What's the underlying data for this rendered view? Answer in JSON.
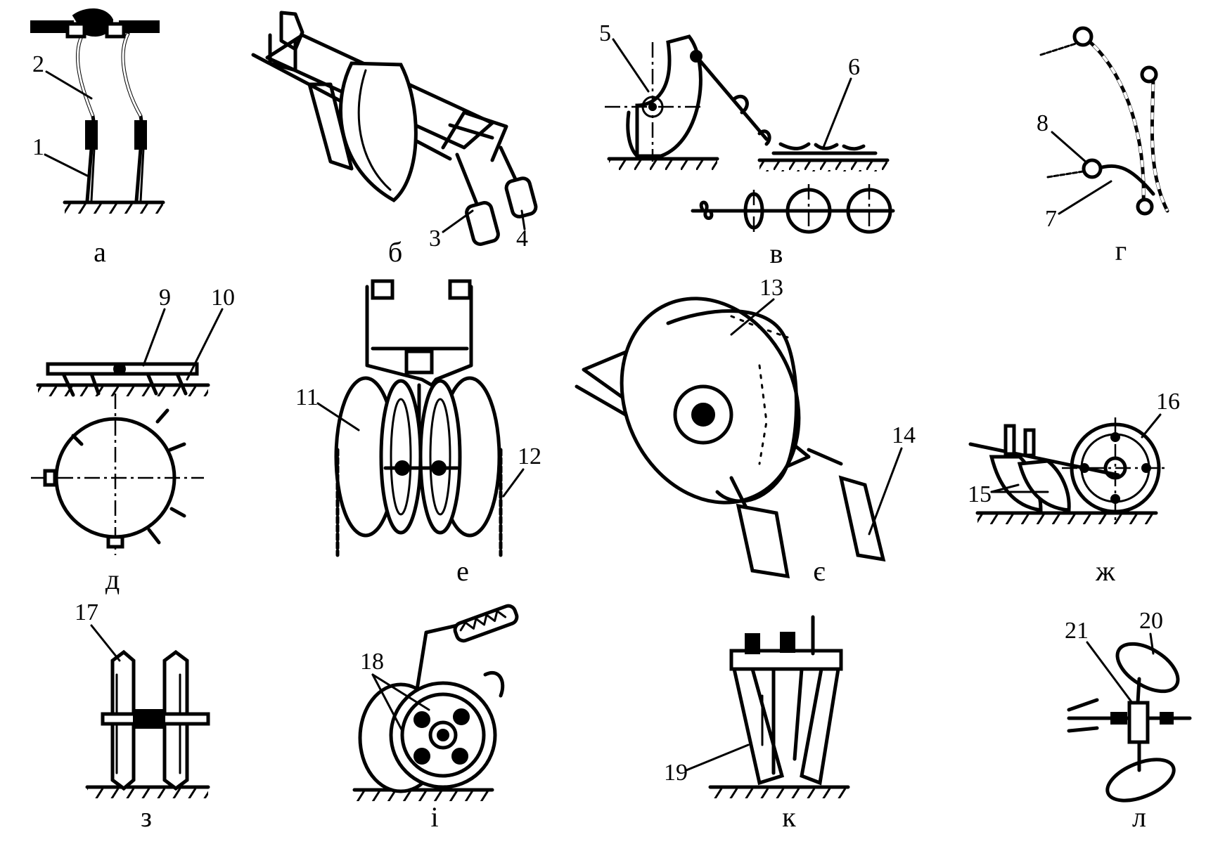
{
  "panels": [
    {
      "id": "a",
      "caption": "а",
      "callouts": [
        "1",
        "2"
      ]
    },
    {
      "id": "b",
      "caption": "б",
      "callouts": [
        "3",
        "4"
      ]
    },
    {
      "id": "v",
      "caption": "в",
      "callouts": [
        "5",
        "6"
      ]
    },
    {
      "id": "g",
      "caption": "г",
      "callouts": [
        "7",
        "8"
      ]
    },
    {
      "id": "d",
      "caption": "д",
      "callouts": [
        "9",
        "10"
      ]
    },
    {
      "id": "e",
      "caption": "е",
      "callouts": [
        "11",
        "12"
      ]
    },
    {
      "id": "ye",
      "caption": "є",
      "callouts": [
        "13",
        "14"
      ]
    },
    {
      "id": "zh",
      "caption": "ж",
      "callouts": [
        "15",
        "16"
      ]
    },
    {
      "id": "z",
      "caption": "з",
      "callouts": [
        "17"
      ]
    },
    {
      "id": "i",
      "caption": "і",
      "callouts": [
        "18"
      ]
    },
    {
      "id": "k",
      "caption": "к",
      "callouts": [
        "19"
      ]
    },
    {
      "id": "l",
      "caption": "л",
      "callouts": [
        "20",
        "21"
      ]
    }
  ]
}
